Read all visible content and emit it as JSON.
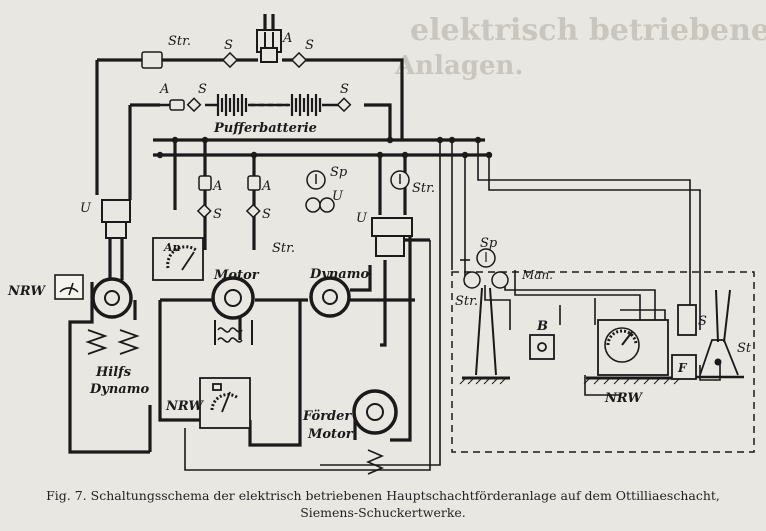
{
  "caption": {
    "line1": "Fig. 7.  Schaltungsschema der elektrisch betriebenen Hauptschachtförderanlage auf dem Ottilliaeschacht,",
    "line2": "Siemens-Schuckertwerke."
  },
  "labels": {
    "str_top": "Str.",
    "s_top_left": "S",
    "a_top": "A",
    "s_top_right": "S",
    "a_battery": "A",
    "s_battery_left": "S",
    "s_battery_right": "S",
    "pufferbatterie": "Pufferbatterie",
    "sp_top": "Sp",
    "u_top": "U",
    "a_motor_left": "A",
    "a_motor_right": "A",
    "s_motor_left": "S",
    "s_motor_right": "S",
    "str_motor": "Str.",
    "str_right_top": "Str.",
    "u_left": "U",
    "u_right": "U",
    "an": "An",
    "motor": "Motor",
    "dynamo": "Dynamo",
    "nrw_left": "NRW",
    "hilfs": "Hilfs",
    "hilfs_dynamo": "Dynamo",
    "nrw_center": "NRW",
    "sp_right": "Sp",
    "man": "Man.",
    "str_right": "Str.",
    "b": "B",
    "s_right": "S",
    "st": "St",
    "nrw_right": "NRW",
    "f": "F",
    "foerder": "Förder",
    "foerder_motor": "Motor"
  },
  "bleed_through": {
    "line1": "elektrisch betriebener",
    "line2": "Anlagen."
  }
}
